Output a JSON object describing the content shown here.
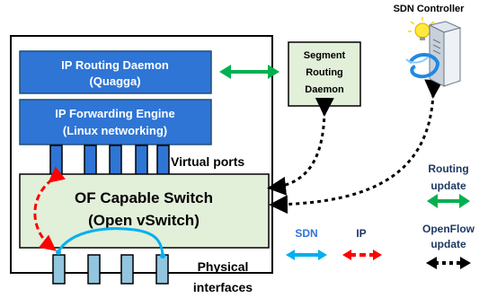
{
  "controller": {
    "label": "SDN Controller"
  },
  "routing_daemon": {
    "line1": "IP Routing Daemon",
    "line2": "(Quagga)"
  },
  "forwarding_engine": {
    "line1": "IP Forwarding Engine",
    "line2": "(Linux networking)"
  },
  "segment_daemon": {
    "line1": "Segment",
    "line2": "Routing",
    "line3": "Daemon"
  },
  "virtual_ports": {
    "label": "Virtual ports",
    "count": 5
  },
  "switch": {
    "line1": "OF Capable Switch",
    "line2": "(Open vSwitch)"
  },
  "physical_interfaces": {
    "line1": "Physical",
    "line2": "interfaces",
    "count": 4
  },
  "paths": {
    "sdn_label": "SDN",
    "ip_label": "IP"
  },
  "legend": {
    "routing_line1": "Routing",
    "routing_line2": "update",
    "openflow_line1": "OpenFlow",
    "openflow_line2": "update"
  },
  "colors": {
    "blue_box": "#2E75D6",
    "light_green_box": "#E2EFD9",
    "routing_arrow": "#00B050",
    "sdn_path": "#00B0F0",
    "ip_path": "#FF0000",
    "port": "#92C5DE",
    "vport": "#2E75D6"
  }
}
